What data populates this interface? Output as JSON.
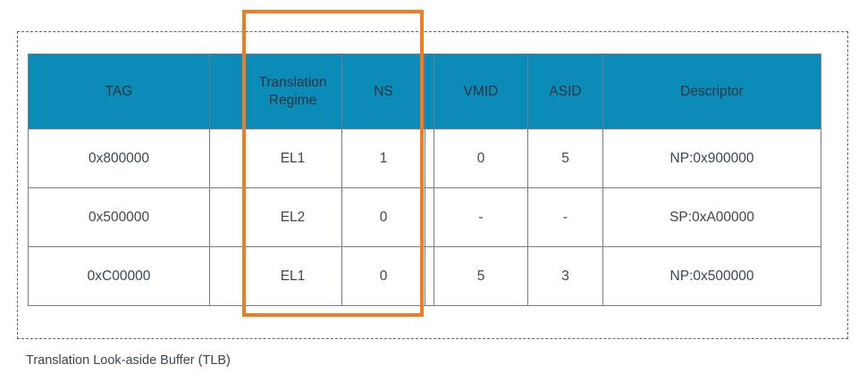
{
  "figure": {
    "caption": "Translation Look-aside Buffer (TLB)",
    "colors": {
      "header_background": "#0b8cb8",
      "header_text": "#24323f",
      "cell_text": "#3b4654",
      "grid_line": "#737d8c",
      "dashed_frame": "#5b6370",
      "highlight": "#f47b20"
    }
  },
  "table": {
    "headers": {
      "tag": "TAG",
      "spacer": "",
      "translation_regime_line1": "Translation",
      "translation_regime_line2": "Regime",
      "ns": "NS",
      "gap": "",
      "vmid": "VMID",
      "asid": "ASID",
      "descriptor": "Descriptor"
    },
    "rows": [
      {
        "tag": "0x800000",
        "spacer": "",
        "translation_regime": "EL1",
        "ns": "1",
        "gap": "",
        "vmid": "0",
        "asid": "5",
        "descriptor": "NP:0x900000"
      },
      {
        "tag": "0x500000",
        "spacer": "",
        "translation_regime": "EL2",
        "ns": "0",
        "gap": "",
        "vmid": "-",
        "asid": "-",
        "descriptor": "SP:0xA00000"
      },
      {
        "tag": "0xC00000",
        "spacer": "",
        "translation_regime": "EL1",
        "ns": "0",
        "gap": "",
        "vmid": "5",
        "asid": "3",
        "descriptor": "NP:0x500000"
      }
    ]
  }
}
